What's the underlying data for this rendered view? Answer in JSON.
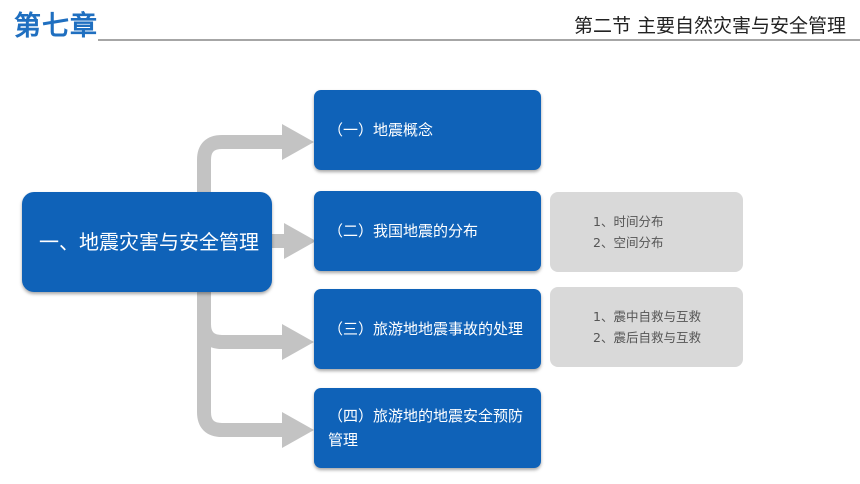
{
  "header": {
    "chapter": "第七章",
    "section": "第二节  主要自然灾害与安全管理"
  },
  "main_topic": "一、地震灾害与安全管理",
  "subtopics": [
    {
      "label": "（一）地震概念"
    },
    {
      "label": "（二）我国地震的分布"
    },
    {
      "label": "（三）旅游地地震事故的处理"
    },
    {
      "label": "（四）旅游地的地震安全预防管理"
    }
  ],
  "details": {
    "distribution": [
      "1、时间分布",
      "2、空间分布"
    ],
    "handling": [
      "1、震中自救与互救",
      "2、震后自救与互救"
    ]
  },
  "colors": {
    "title_blue": "#1f6fc0",
    "box_blue": "#0f62b8",
    "arrow_gray": "#c3c3c3",
    "detail_gray": "#d9d9d9"
  }
}
